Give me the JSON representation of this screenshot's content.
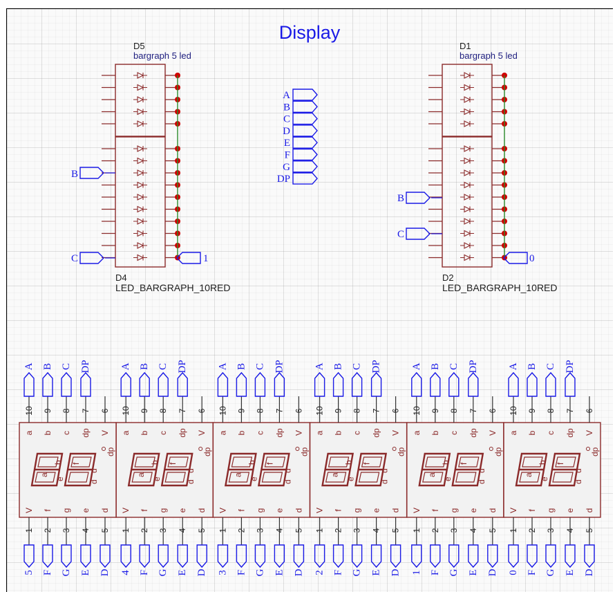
{
  "sheet": {
    "title": "Display"
  },
  "bargraphs": [
    {
      "ref": "D5",
      "part": "bargraph 5 led"
    },
    {
      "ref": "D4",
      "part": "LED_BARGRAPH_10RED",
      "ports": {
        "b": "B",
        "c": "C",
        "out": "1"
      }
    },
    {
      "ref": "D1",
      "part": "bargraph 5 led"
    },
    {
      "ref": "D2",
      "part": "LED_BARGRAPH_10RED",
      "ports": {
        "b": "B",
        "c": "C",
        "out": "0"
      }
    }
  ],
  "bus_ports": [
    "A",
    "B",
    "C",
    "D",
    "E",
    "F",
    "G",
    "DP"
  ],
  "seven_seg": {
    "top_pins": [
      {
        "num": "10",
        "label": "a"
      },
      {
        "num": "9",
        "label": "b"
      },
      {
        "num": "8",
        "label": "c"
      },
      {
        "num": "7",
        "label": "dp"
      },
      {
        "num": "6",
        "label": "V"
      }
    ],
    "bottom_pins": [
      {
        "num": "1",
        "label": "V"
      },
      {
        "num": "2",
        "label": "f"
      },
      {
        "num": "3",
        "label": "g"
      },
      {
        "num": "4",
        "label": "e"
      },
      {
        "num": "5",
        "label": "d"
      }
    ],
    "top_ports": [
      "A",
      "B",
      "C",
      "DP"
    ],
    "inner_labels": {
      "a": "a",
      "b": "b",
      "e": "e",
      "f": "f",
      "d": "d",
      "dp": "dp"
    },
    "digits": [
      {
        "bottom_ports": [
          "5",
          "F",
          "G",
          "E",
          "D"
        ]
      },
      {
        "bottom_ports": [
          "4",
          "F",
          "G",
          "E",
          "D"
        ]
      },
      {
        "bottom_ports": [
          "3",
          "F",
          "G",
          "E",
          "D"
        ]
      },
      {
        "bottom_ports": [
          "2",
          "F",
          "G",
          "E",
          "D"
        ]
      },
      {
        "bottom_ports": [
          "1",
          "F",
          "G",
          "E",
          "D"
        ]
      },
      {
        "bottom_ports": [
          "0",
          "F",
          "G",
          "E",
          "D"
        ]
      }
    ]
  },
  "colors": {
    "wire": "#1a1ae6",
    "component": "#8b2a2a",
    "junction": "#d00000",
    "net": "#2a8a2a"
  }
}
